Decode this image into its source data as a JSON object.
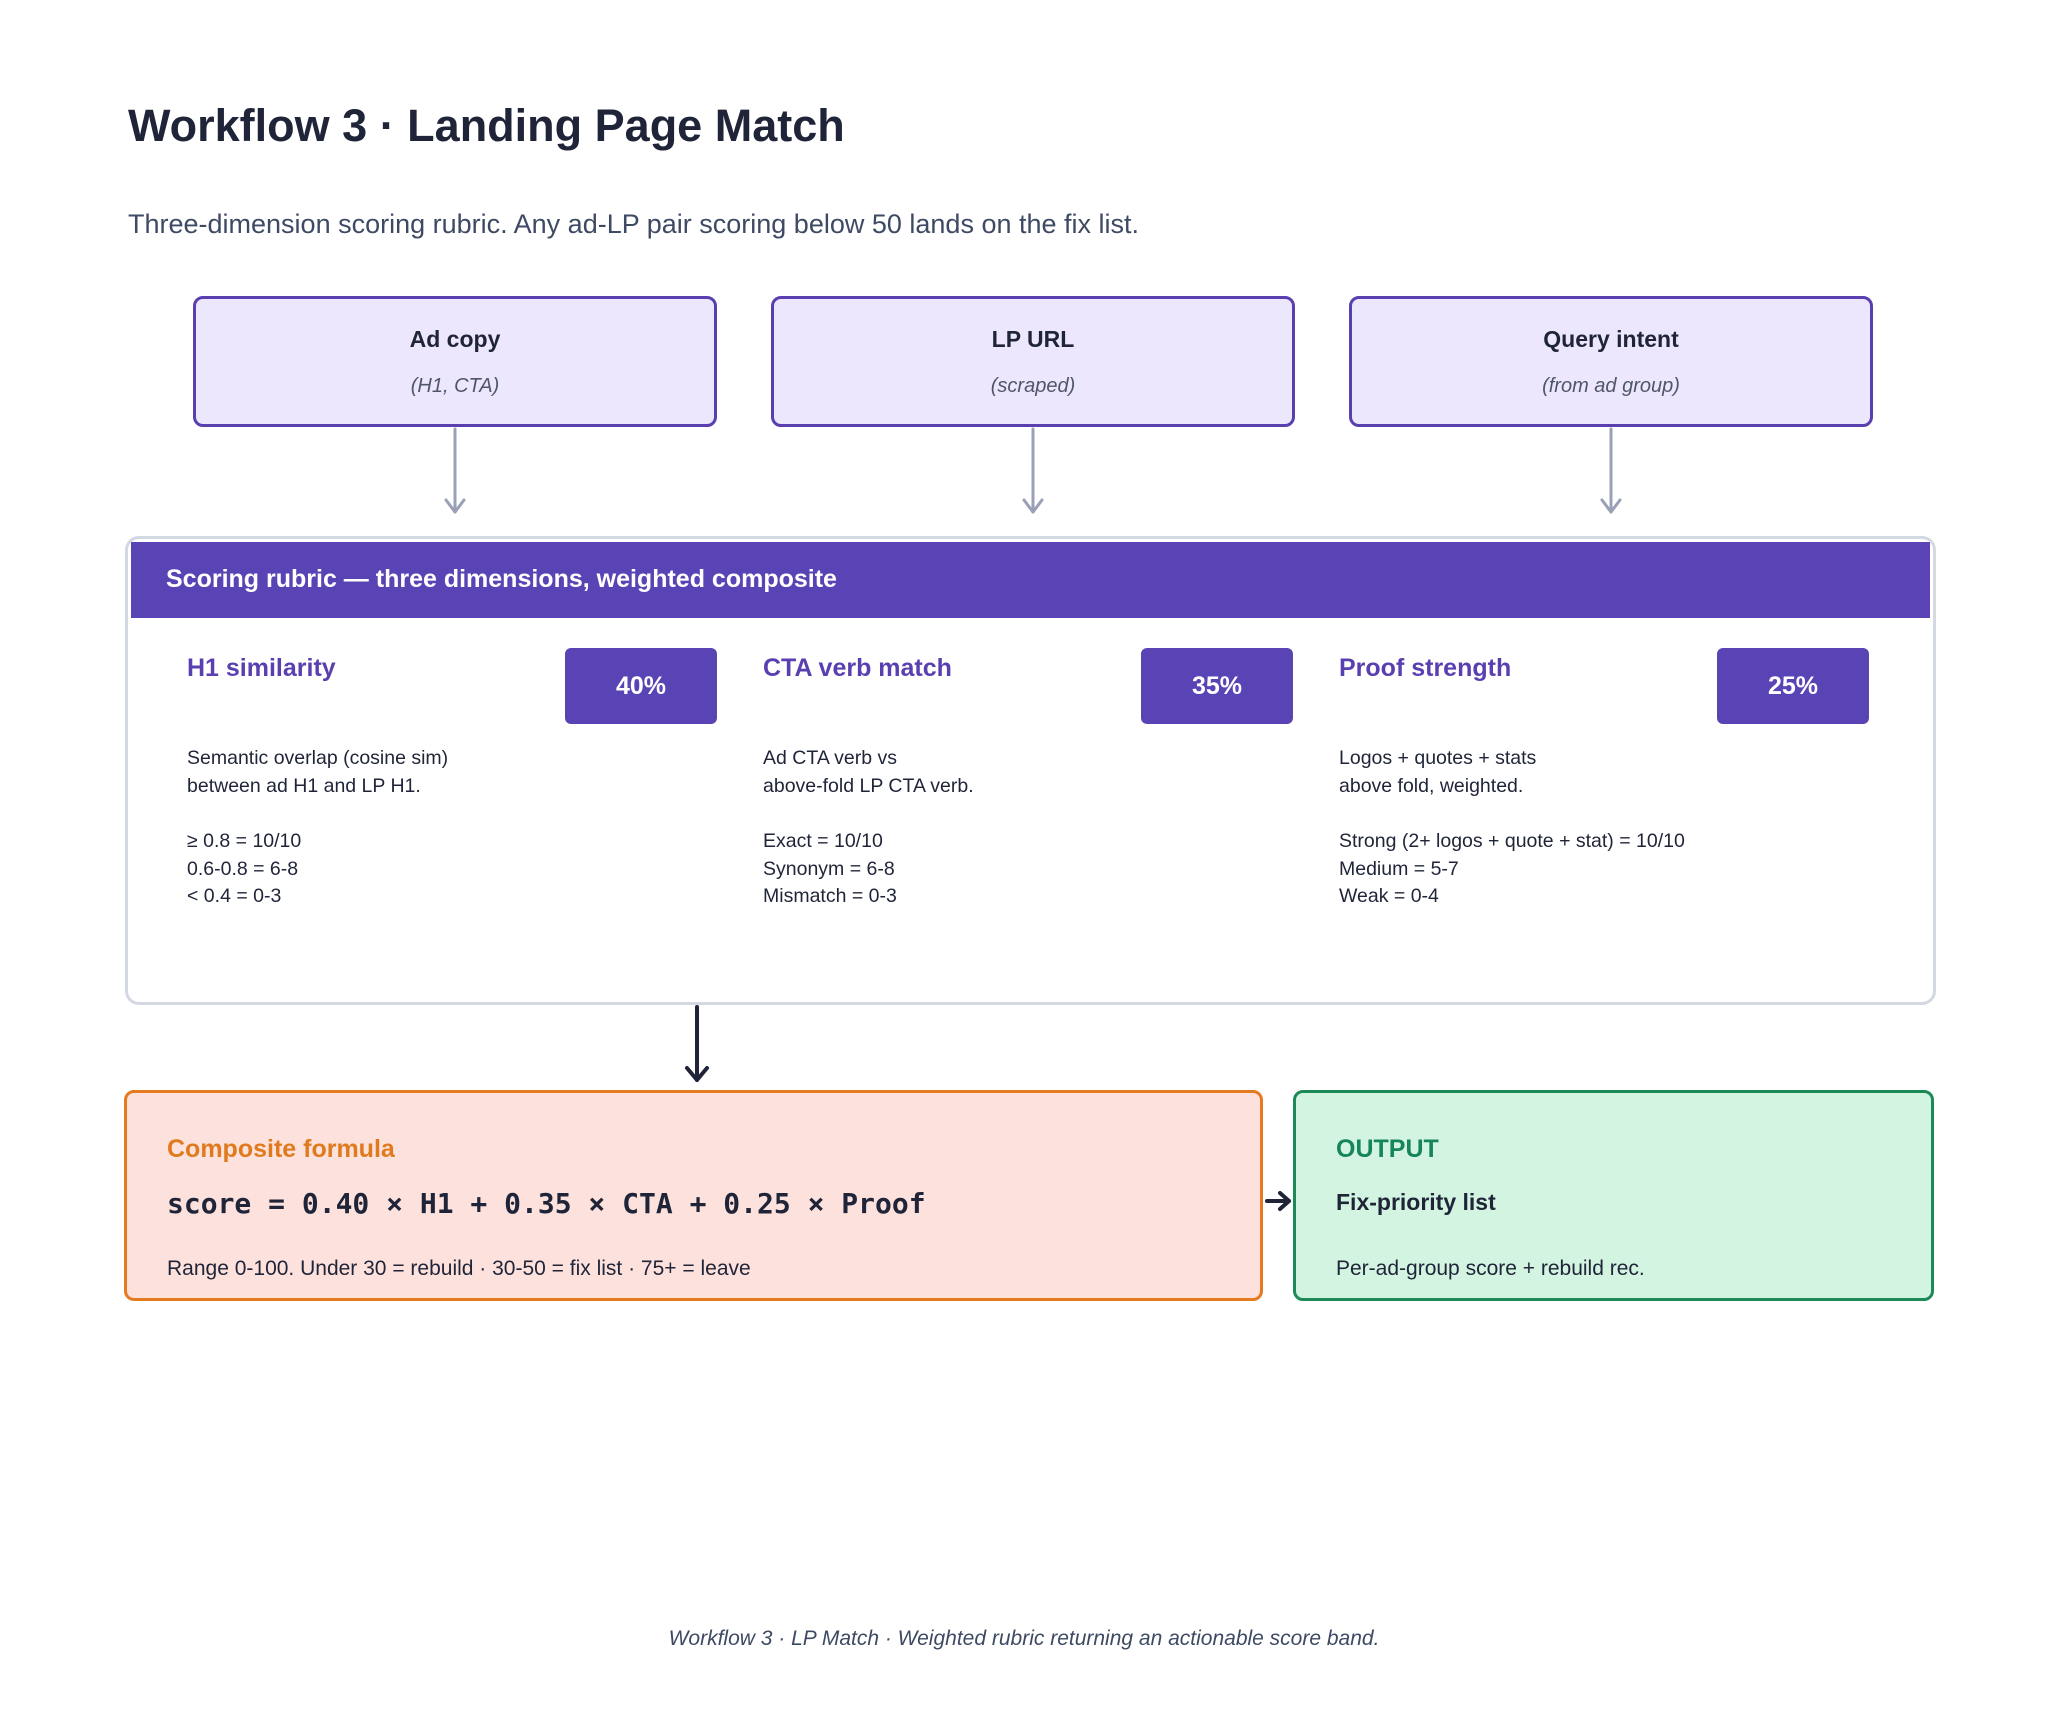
{
  "title": "Workflow 3 · Landing Page Match",
  "subtitle": "Three-dimension scoring rubric. Any ad-LP pair scoring below 50 lands on the fix list.",
  "inputs": [
    {
      "title": "Ad copy",
      "sub": "(H1, CTA)"
    },
    {
      "title": "LP URL",
      "sub": "(scraped)"
    },
    {
      "title": "Query intent",
      "sub": "(from ad group)"
    }
  ],
  "rubric": {
    "header": "Scoring rubric — three dimensions, weighted composite",
    "dimensions": [
      {
        "title": "H1 similarity",
        "weight": "40%",
        "desc": [
          "Semantic overlap (cosine sim)",
          "between ad H1 and LP H1."
        ],
        "scale": [
          "≥ 0.8 = 10/10",
          "0.6-0.8 = 6-8",
          "< 0.4 = 0-3"
        ]
      },
      {
        "title": "CTA verb match",
        "weight": "35%",
        "desc": [
          "Ad CTA verb vs",
          "above-fold LP CTA verb."
        ],
        "scale": [
          "Exact = 10/10",
          "Synonym = 6-8",
          "Mismatch = 0-3"
        ]
      },
      {
        "title": "Proof strength",
        "weight": "25%",
        "desc": [
          "Logos + quotes + stats",
          "above fold, weighted."
        ],
        "scale": [
          "Strong (2+ logos + quote + stat) = 10/10",
          "Medium = 5-7",
          "Weak = 0-4"
        ]
      }
    ]
  },
  "composite": {
    "label": "Composite formula",
    "formula": "score = 0.40 × H1 + 0.35 × CTA + 0.25 × Proof",
    "note": "Range 0-100. Under 30 = rebuild · 30-50 = fix list · 75+ = leave"
  },
  "output": {
    "label": "OUTPUT",
    "title": "Fix-priority list",
    "note": "Per-ad-group score + rebuild rec."
  },
  "footer": "Workflow 3 · LP Match · Weighted rubric returning an actionable score band.",
  "colors": {
    "purple": "#5a44b5",
    "input_fill": "#ede7fd",
    "composite_fill": "#fde1dc",
    "composite_accent": "#e57a20",
    "output_fill": "#d3f4e1",
    "output_accent": "#1c8a56"
  }
}
